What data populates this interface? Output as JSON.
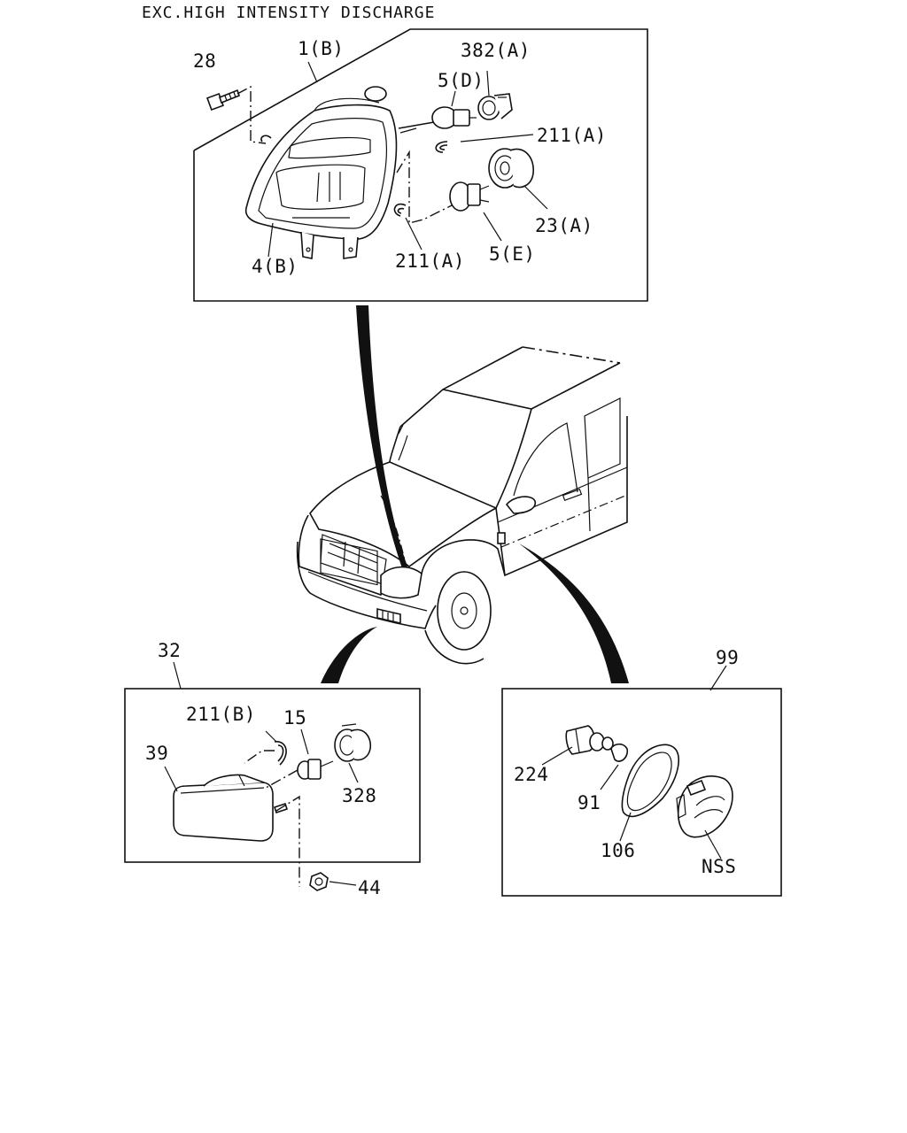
{
  "title": "EXC.HIGH INTENSITY DISCHARGE",
  "labels": {
    "l28": "28",
    "l1b": "1(B)",
    "l382a": "382(A)",
    "l5d": "5(D)",
    "l211a_top": "211(A)",
    "l23a": "23(A)",
    "l5e": "5(E)",
    "l211a_bottom": "211(A)",
    "l4b": "4(B)",
    "l32": "32",
    "l211b": "211(B)",
    "l15": "15",
    "l39": "39",
    "l328": "328",
    "l44": "44",
    "l99": "99",
    "l224": "224",
    "l91": "91",
    "l106": "106",
    "lnss": "NSS"
  }
}
